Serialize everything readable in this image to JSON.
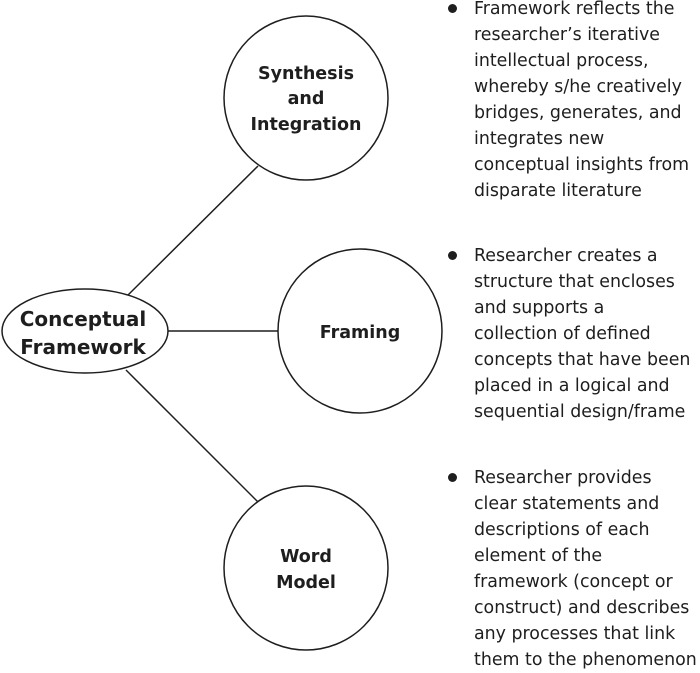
{
  "diagram": {
    "root": {
      "lines": [
        "Conceptual",
        "Framework"
      ]
    },
    "nodes": [
      {
        "id": "synthesis",
        "lines": [
          "Synthesis",
          "and",
          "Integration"
        ]
      },
      {
        "id": "framing",
        "lines": [
          "Framing"
        ]
      },
      {
        "id": "word-model",
        "lines": [
          "Word",
          "Model"
        ]
      }
    ]
  },
  "descriptions": [
    {
      "lines": [
        "Framework reflects the",
        "researcher’s iterative",
        "intellectual process,",
        "whereby s/he creatively",
        "bridges, generates, and",
        "integrates new",
        "conceptual insights from",
        "disparate literature"
      ]
    },
    {
      "lines": [
        "Researcher creates a",
        "structure that encloses",
        "and supports a",
        "collection of defined",
        "concepts that have been",
        "placed in a logical and",
        "sequential design/frame"
      ]
    },
    {
      "lines": [
        "Researcher provides",
        "clear statements and",
        "descriptions of each",
        "element of the",
        "framework (concept or",
        "construct) and describes",
        "any processes that link",
        "them to the phenomenon"
      ]
    }
  ]
}
